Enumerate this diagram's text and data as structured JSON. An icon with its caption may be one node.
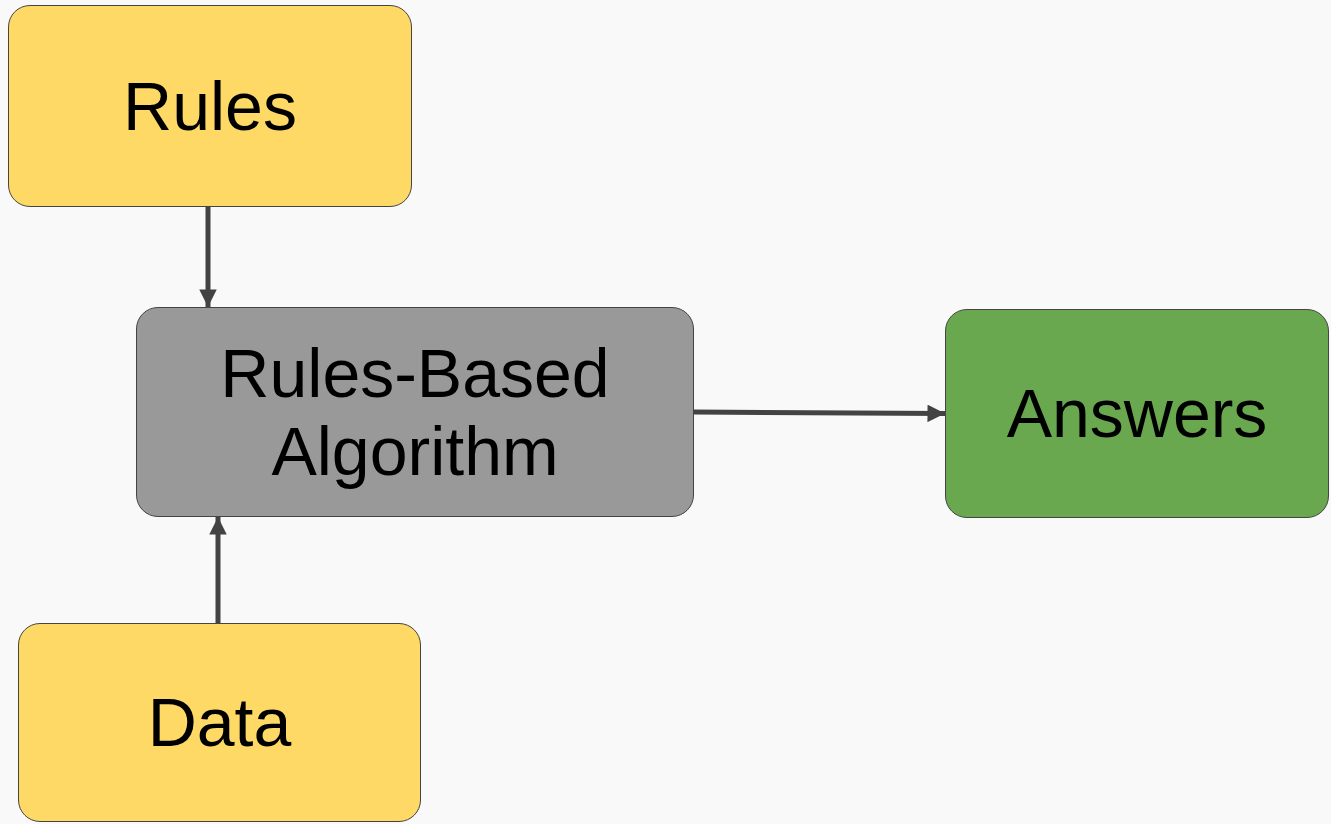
{
  "diagram": {
    "nodes": [
      {
        "text": [
          "Rules"
        ]
      },
      {
        "text": [
          "Rules-Based Algorithm"
        ]
      },
      {
        "text": [
          "Answers"
        ]
      },
      {
        "text": [
          "Data"
        ]
      }
    ],
    "edges": [
      {
        "from": 0,
        "to": 1,
        "arrow": "to"
      },
      {
        "from": 3,
        "to": 1,
        "arrow": "to"
      },
      {
        "from": 1,
        "to": 2,
        "arrow": "to"
      }
    ]
  }
}
